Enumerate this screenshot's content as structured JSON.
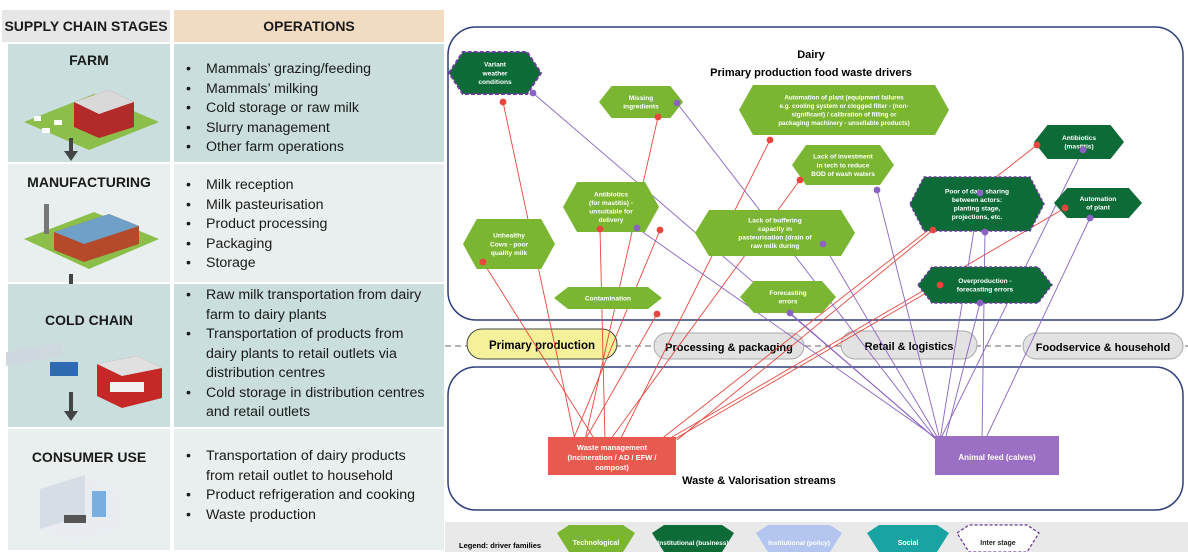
{
  "table": {
    "header_stage": "SUPPLY CHAIN STAGES",
    "header_operations": "OPERATIONS",
    "rows": [
      {
        "stage": "FARM",
        "operations": [
          "Mammals’ grazing/feeding",
          "Mammals’ milking",
          "Cold storage or raw milk",
          "Slurry management",
          "Other farm operations"
        ]
      },
      {
        "stage": "MANUFACTURING",
        "operations": [
          "Milk reception",
          "Milk pasteurisation",
          "Product processing",
          "Packaging",
          "Storage"
        ]
      },
      {
        "stage": "COLD CHAIN",
        "operations": [
          "Raw milk transportation from dairy farm to dairy plants",
          "Transportation of products from dairy plants to retail outlets via distribution centres",
          "Cold storage in distribution centres and retail outlets"
        ]
      },
      {
        "stage": "CONSUMER USE",
        "operations": [
          "Transportation of dairy products from retail outlet to household",
          "Product refrigeration and cooking",
          "Waste production"
        ]
      }
    ]
  },
  "diagram": {
    "title_line1": "Dairy",
    "title_line2": "Primary production food waste drivers",
    "stages": [
      "Primary production",
      "Processing & packaging",
      "Retail & logistics",
      "Foodservice & household"
    ],
    "drivers": [
      {
        "id": "variant",
        "lines": [
          "Variant",
          "weather",
          "conditions"
        ],
        "family": "inter"
      },
      {
        "id": "missing",
        "lines": [
          "Missing",
          "ingredients"
        ],
        "family": "tech"
      },
      {
        "id": "automation-failures",
        "lines": [
          "Automation of plant (equipment failures",
          "e.g. cooling system or clogged filter - (non-",
          "significant) / calibration of filling or",
          "packaging machinery - unsellable products)"
        ],
        "family": "tech"
      },
      {
        "id": "antibiotics-right",
        "lines": [
          "Antibiotics",
          "(mastitis)"
        ],
        "family": "inst"
      },
      {
        "id": "lack-investment",
        "lines": [
          "Lack of investment",
          "in tech to reduce",
          "BOD of wash waters"
        ],
        "family": "tech"
      },
      {
        "id": "antibiotics-left",
        "lines": [
          "Antibiotics",
          "(for mastitis) -",
          "unsuitable for",
          "delivery"
        ],
        "family": "tech"
      },
      {
        "id": "poor-data",
        "lines": [
          "Poor of data sharing",
          "between actors:",
          "planting stage,",
          "projections, etc."
        ],
        "family": "inst"
      },
      {
        "id": "automation-plant",
        "lines": [
          "Automation",
          "of plant"
        ],
        "family": "inst"
      },
      {
        "id": "unhealthy",
        "lines": [
          "Unhealthy",
          "Cows - poor",
          "quality milk"
        ],
        "family": "tech"
      },
      {
        "id": "lack-buffering",
        "lines": [
          "Lack of buffering",
          "capacity in",
          "pasteurisation (drain of",
          "raw milk during"
        ],
        "family": "tech"
      },
      {
        "id": "overproduction",
        "lines": [
          "Overproduction -",
          "forecasting errors"
        ],
        "family": "inst"
      },
      {
        "id": "contamination",
        "lines": [
          "Contamination"
        ],
        "family": "tech"
      },
      {
        "id": "forecasting",
        "lines": [
          "Forecasting",
          "errors"
        ],
        "family": "tech"
      }
    ],
    "streams_label": "Waste & Valorisation streams",
    "waste_management_lines": [
      "Waste management",
      "(Incineration / AD / EFW /",
      "compost)"
    ],
    "animal_feed": "Animal feed (calves)",
    "legend": {
      "title": "Legend: driver families",
      "items": [
        "Technological",
        "Institutional (business)",
        "Institutional (policy)",
        "Social",
        "Inter stage"
      ]
    },
    "colors": {
      "tech": "#7ab632",
      "inst": "#0c6b37",
      "policy": "#b4c6f0",
      "social": "#1aa3a3",
      "inter_border": "#6a3d9a",
      "waste": "#e85a4f",
      "feed": "#9b6fc4",
      "frame": "#2f3e7a"
    }
  }
}
